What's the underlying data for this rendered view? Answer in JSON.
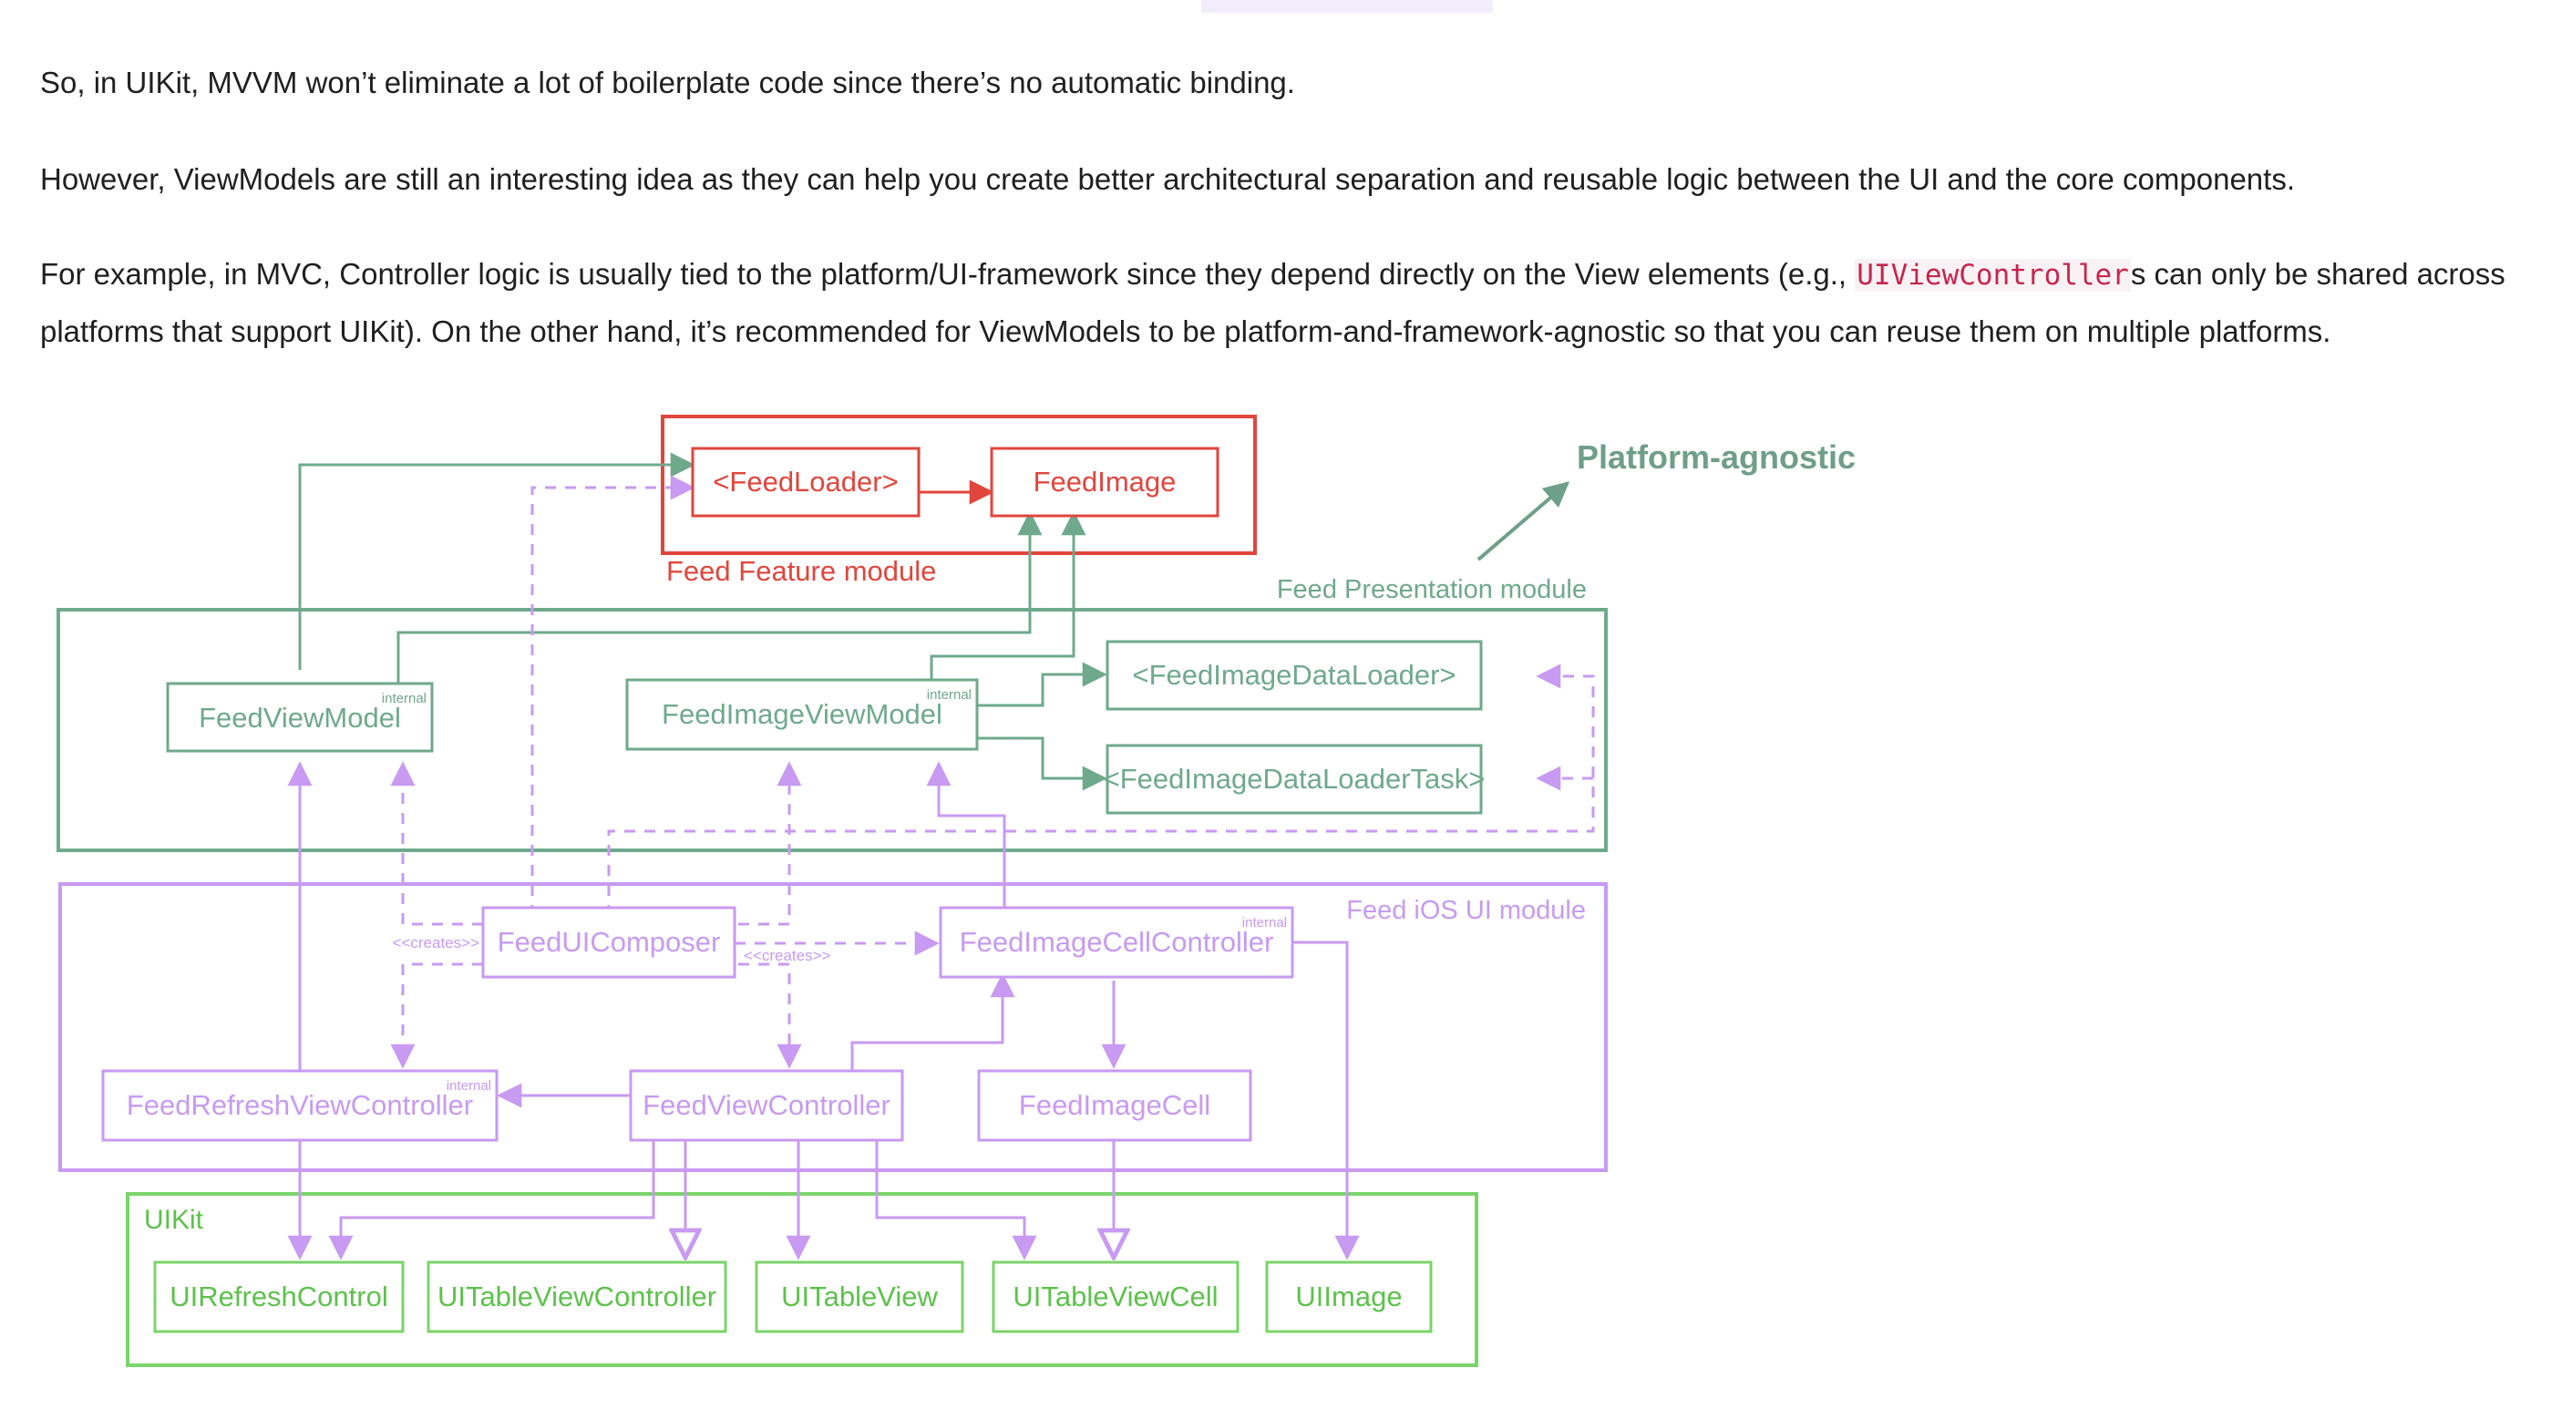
{
  "article": {
    "p1": "So, in UIKit, MVVM won’t eliminate a lot of boilerplate code since there’s no automatic binding.",
    "p2": "However, ViewModels are still an interesting idea as they can help you create better architectural separation and reusable logic between the UI and the core components.",
    "p3_a": "For example, in MVC, Controller logic is usually tied to the platform/UI-framework since they depend directly on the View elements (e.g., ",
    "p3_code": "UIViewController",
    "p3_b": "s can only be shared across platforms that support UIKit). On the other hand, it’s recommended for ViewModels to be platform-and-framework-agnostic so that you can reuse them on multiple platforms."
  },
  "diagram": {
    "colors": {
      "feature": "#e0463c",
      "presentation": "#6fa98c",
      "ios": "#c89af2",
      "uikit": "#7bd46a",
      "annotation": "#6f9e8a"
    },
    "annotation": "Platform-agnostic",
    "modules": {
      "feature": "Feed Feature module",
      "presentation": "Feed Presentation module",
      "ios": "Feed iOS UI module",
      "uikit": "UIKit"
    },
    "nodes": {
      "feed_loader": "<FeedLoader>",
      "feed_image": "FeedImage",
      "feed_view_model": "FeedViewModel",
      "feed_image_view_model": "FeedImageViewModel",
      "feed_image_data_loader": "<FeedImageDataLoader>",
      "feed_image_data_loader_task": "<FeedImageDataLoaderTask>",
      "feed_ui_composer": "FeedUIComposer",
      "feed_image_cell_controller": "FeedImageCellController",
      "feed_refresh_view_controller": "FeedRefreshViewController",
      "feed_view_controller": "FeedViewController",
      "feed_image_cell": "FeedImageCell",
      "ui_refresh_control": "UIRefreshControl",
      "ui_table_view_controller": "UITableViewController",
      "ui_table_view": "UITableView",
      "ui_table_view_cell": "UITableViewCell",
      "ui_image": "UIImage"
    },
    "tags": {
      "internal": "internal",
      "creates": "<<creates>>"
    }
  }
}
